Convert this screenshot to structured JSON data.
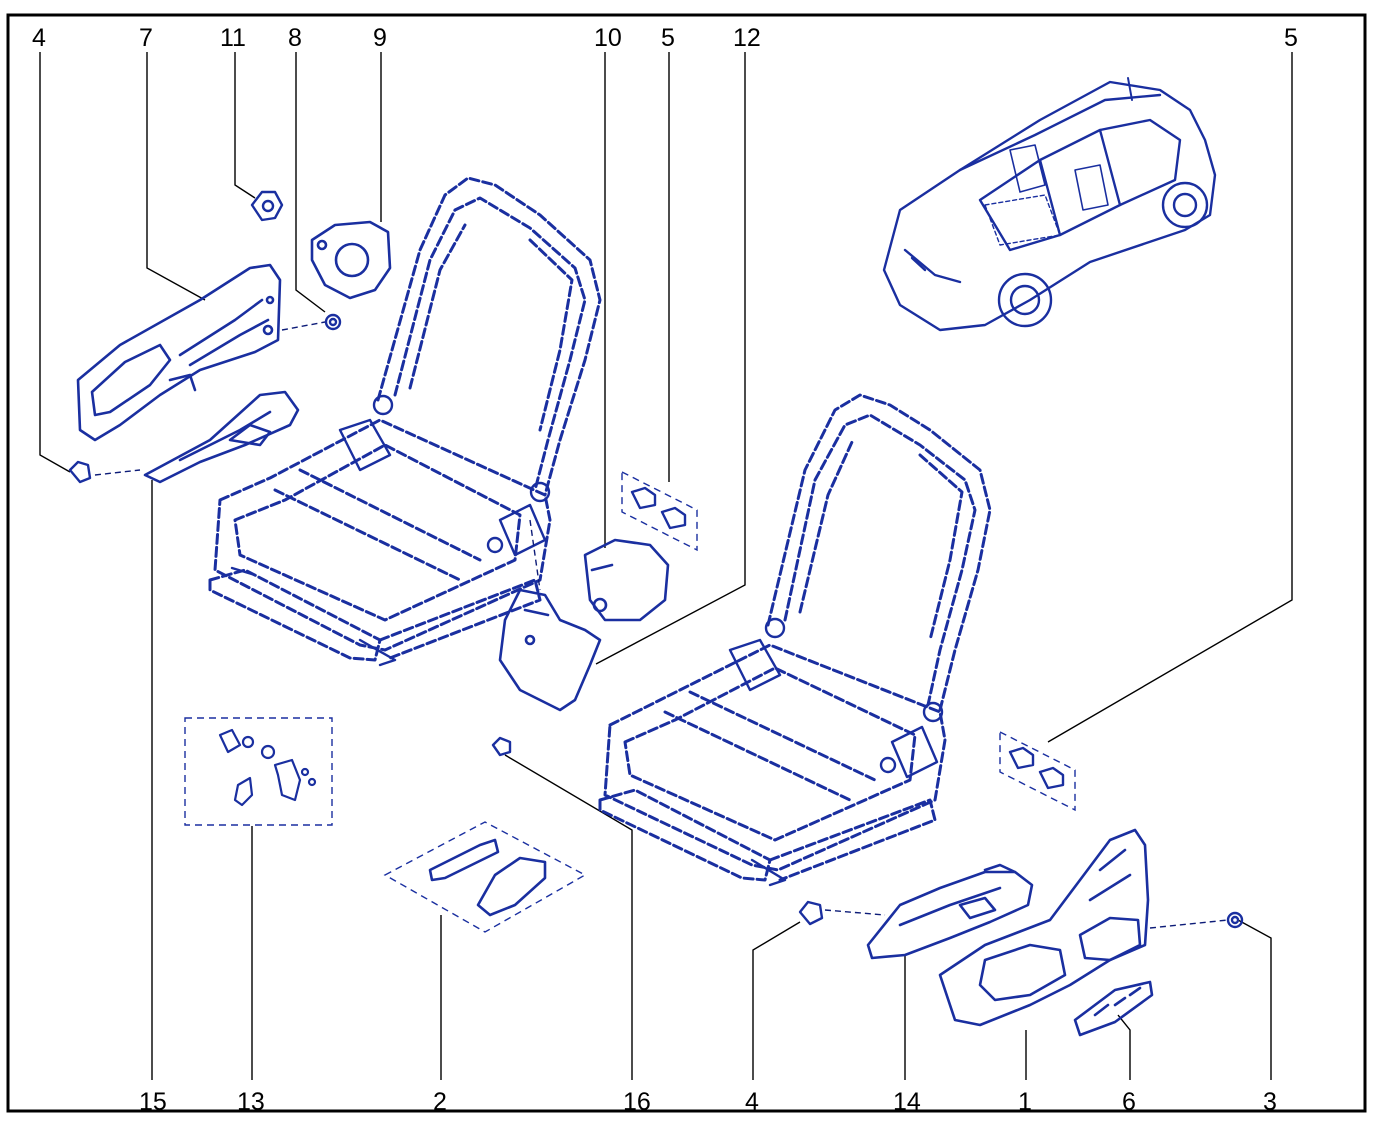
{
  "diagram": {
    "callouts": [
      {
        "id": "c-top-4",
        "label": "4"
      },
      {
        "id": "c-top-7",
        "label": "7"
      },
      {
        "id": "c-top-11",
        "label": "11"
      },
      {
        "id": "c-top-8",
        "label": "8"
      },
      {
        "id": "c-top-9",
        "label": "9"
      },
      {
        "id": "c-top-10",
        "label": "10"
      },
      {
        "id": "c-top-5a",
        "label": "5"
      },
      {
        "id": "c-top-12",
        "label": "12"
      },
      {
        "id": "c-top-5b",
        "label": "5"
      },
      {
        "id": "c-bot-15",
        "label": "15"
      },
      {
        "id": "c-bot-13",
        "label": "13"
      },
      {
        "id": "c-bot-2",
        "label": "2"
      },
      {
        "id": "c-bot-16",
        "label": "16"
      },
      {
        "id": "c-bot-4",
        "label": "4"
      },
      {
        "id": "c-bot-14",
        "label": "14"
      },
      {
        "id": "c-bot-1",
        "label": "1"
      },
      {
        "id": "c-bot-6",
        "label": "6"
      },
      {
        "id": "c-bot-3",
        "label": "3"
      }
    ],
    "colors": {
      "line_art": "#1a2fa0",
      "line_art_dark": "#0d1c78",
      "leader": "#000000",
      "frame": "#000000",
      "background": "#ffffff"
    }
  }
}
